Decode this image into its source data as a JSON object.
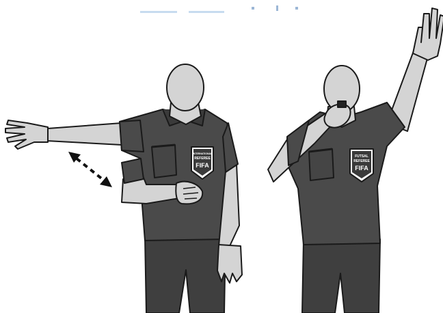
{
  "figures": [
    {
      "id": "left-referee",
      "gesture": "arm-extended-horizontal-with-rotating-arrows",
      "badge": {
        "small_text": "INTERNATIONAL",
        "line1": "REFEREE",
        "logo": "FIFA"
      }
    },
    {
      "id": "right-referee",
      "gesture": "whistle-and-four-fingers-raised",
      "badge": {
        "line0": "FUTSAL",
        "line1": "REFEREE",
        "logo": "FIFA"
      }
    }
  ],
  "colors": {
    "skin": "#d4d4d4",
    "shirt": "#4a4a4a",
    "shorts": "#3f3f3f",
    "outline": "#1a1a1a",
    "badge_fill": "#3a3a3a",
    "arrow": "#111111",
    "header_faint": "#b9d0ea"
  },
  "icons": {
    "rotation_arrow": "dashed-double-arrow"
  }
}
